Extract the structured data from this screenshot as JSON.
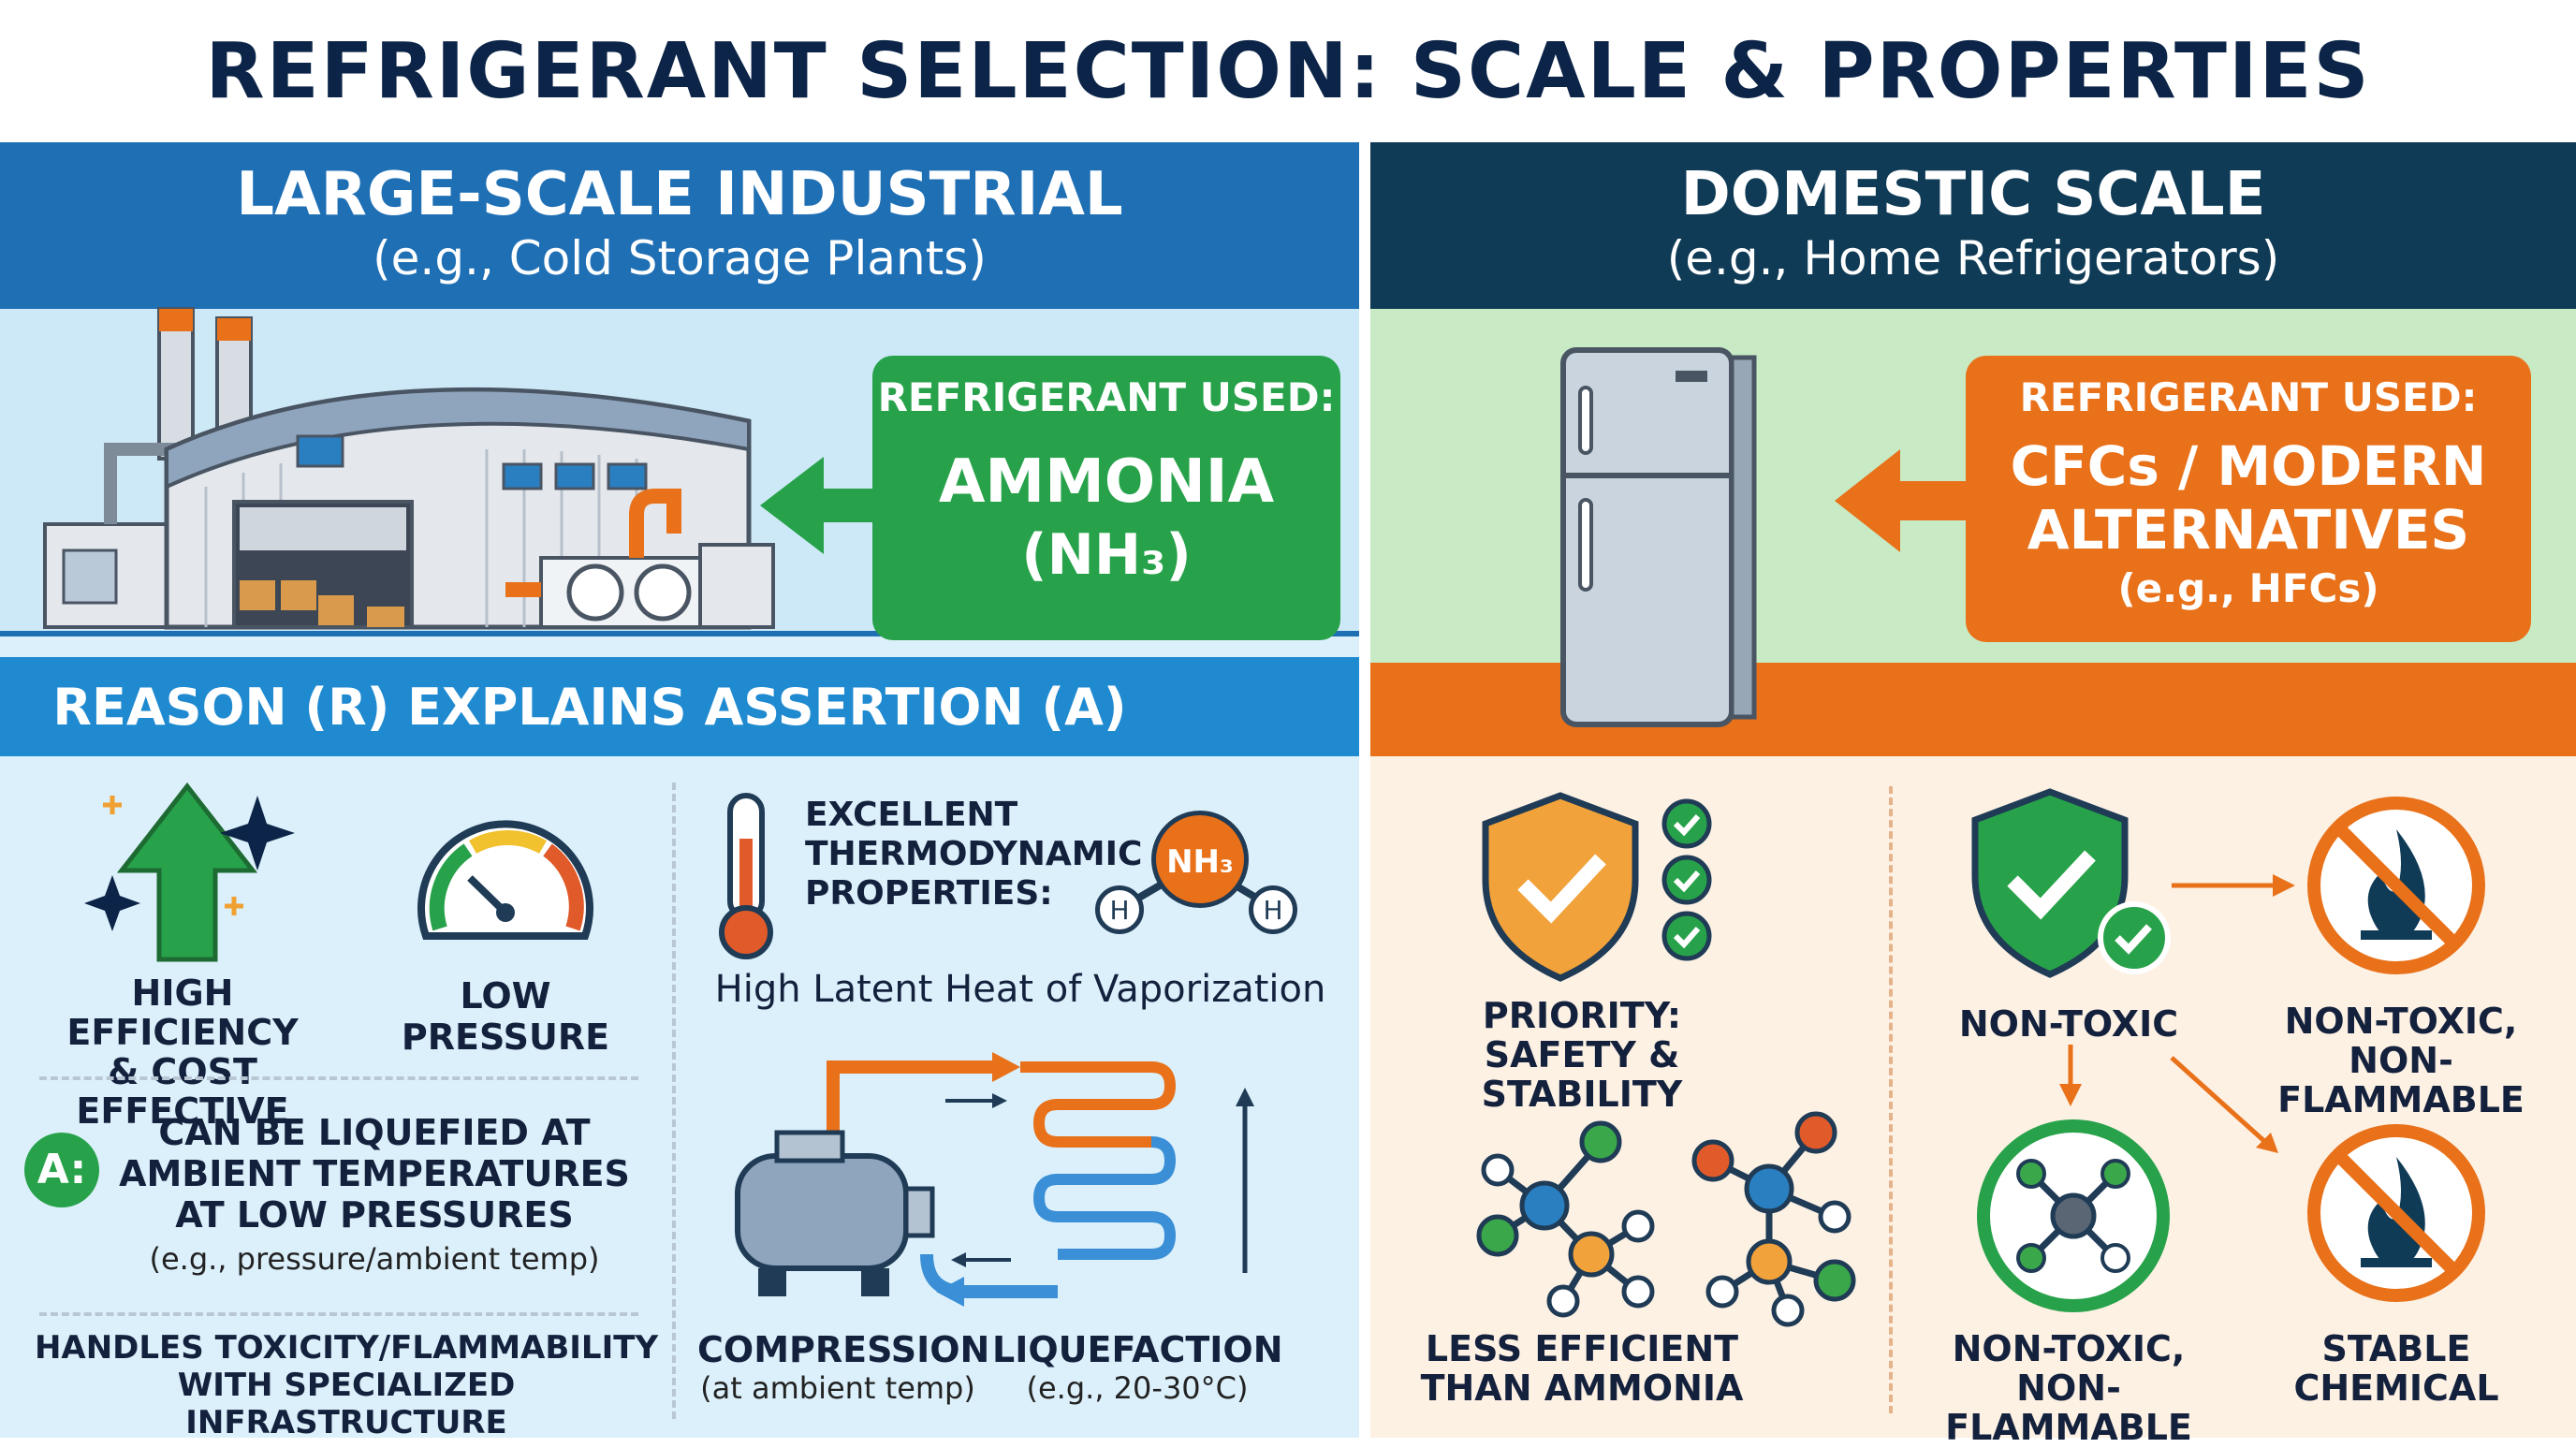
{
  "title": "REFRIGERANT SELECTION: SCALE & PROPERTIES",
  "colors": {
    "navy": "#0b2447",
    "blue": "#1f6fb5",
    "green": "#27a24a",
    "orange": "#e8711a",
    "left_bg": "#dcf0fb",
    "right_bg": "#fdf1e4"
  },
  "left": {
    "header_title": "LARGE-SCALE INDUSTRIAL",
    "header_subtitle": "(e.g., Cold Storage Plants)",
    "badge_heading": "REFRIGERANT USED:",
    "badge_name": "AMMONIA",
    "badge_formula": "(NH₃)",
    "banner": "REASON (R) EXPLAINS ASSERTION (A)",
    "icons": [
      {
        "name": "up-arrow-sparkle-icon",
        "label": [
          "HIGH EFFICIENCY",
          "& COST EFFECTIVE"
        ]
      },
      {
        "name": "pressure-gauge-icon",
        "label": [
          "LOW PRESSURE"
        ]
      }
    ],
    "thermo_label": [
      "EXCELLENT",
      "THERMODYNAMIC",
      "PROPERTIES:"
    ],
    "molecule": {
      "center": "NH₃",
      "atom": "H"
    },
    "latent_heat": "High Latent Heat of Vaporization",
    "assertion_badge": "A:",
    "assertion_lines": [
      "CAN BE LIQUEFIED AT",
      "AMBIENT TEMPERATURES",
      "AT LOW PRESSURES"
    ],
    "assertion_note": "(e.g., pressure/ambient temp)",
    "handles": [
      "HANDLES TOXICITY/FLAMMABILITY",
      "WITH SPECIALIZED INFRASTRUCTURE"
    ],
    "compression_label": "COMPRESSION",
    "compression_note": "(at ambient temp)",
    "liquefaction_label": "LIQUEFACTION",
    "liquefaction_note": "(e.g., 20-30°C)"
  },
  "right": {
    "header_title": "DOMESTIC SCALE",
    "header_subtitle": "(e.g., Home Refrigerators)",
    "badge_heading": "REFRIGERANT USED:",
    "badge_lines": [
      "CFCs / MODERN",
      "ALTERNATIVES"
    ],
    "badge_note": "(e.g., HFCs)",
    "priority": [
      "PRIORITY:",
      "SAFETY & STABILITY"
    ],
    "less_efficient": [
      "LESS EFFICIENT",
      "THAN AMMONIA"
    ],
    "non_toxic": "NON-TOXIC",
    "non_toxic_non_flammable_top": [
      "NON-TOXIC,",
      "NON-FLAMMABLE"
    ],
    "non_toxic_non_flammable_bottom": [
      "NON-TOXIC,",
      "NON-FLAMMABLE"
    ],
    "stable": [
      "STABLE",
      "CHEMICAL"
    ]
  }
}
